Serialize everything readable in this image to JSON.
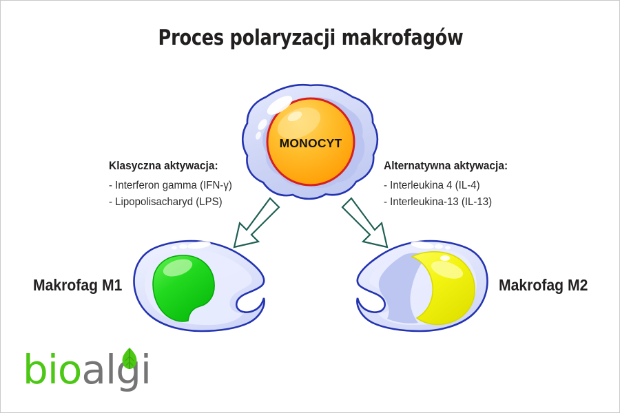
{
  "title": "Proces polaryzacji makrofagów",
  "diagram": {
    "center_cell": {
      "label": "MONOCYT",
      "membrane_color": "#ccd2f2",
      "membrane_outline": "#2333b0",
      "nucleus_color": "#ffa81f",
      "nucleus_outline": "#d62020"
    },
    "left_panel": {
      "heading": "Klasyczna aktywacja:",
      "items": [
        "- Interferon gamma (IFN-γ)",
        "- Lipopolisacharyd (LPS)"
      ]
    },
    "right_panel": {
      "heading": "Alternatywna aktywacja:",
      "items": [
        "- Interleukina 4 (IL-4)",
        "- Interleukina-13 (IL-13)"
      ]
    },
    "left_arrow": {
      "name": "arrow-down-left",
      "outline_color": "#1f5f53"
    },
    "right_arrow": {
      "name": "arrow-down-right",
      "outline_color": "#1f5f53"
    },
    "left_cell": {
      "label": "Makrofag M1",
      "membrane_color": "#d7dcf7",
      "membrane_outline": "#2333b0",
      "nucleus_color": "#22d91f"
    },
    "right_cell": {
      "label": "Makrofag M2",
      "membrane_color": "#d7dcf7",
      "membrane_outline": "#2333b0",
      "nucleus_color": "#f2f211"
    }
  },
  "logo": {
    "part1": "bio",
    "part2": "algi",
    "part1_color": "#4cc714",
    "part2_color": "#757575",
    "leaf_color": "#4cc714"
  },
  "frame": {
    "background": "#ffffff",
    "border_color": "#c9c9c9"
  }
}
